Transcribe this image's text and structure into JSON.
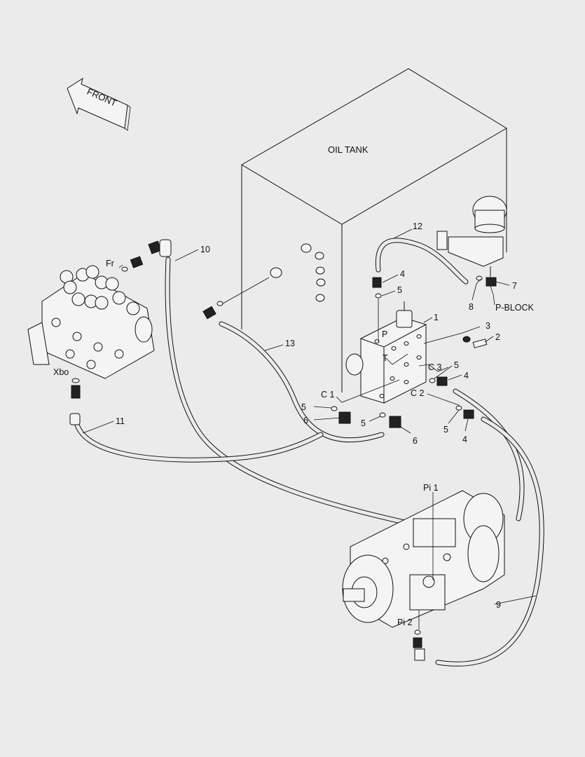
{
  "labels": {
    "front": "FRONT",
    "oil_tank": "OIL TANK",
    "p_block": "P-BLOCK",
    "fr": "Fr",
    "xbo": "Xbo",
    "port_p": "P",
    "port_t": "T",
    "c1": "C 1",
    "c2": "C 2",
    "c3": "C 3",
    "pi1": "Pi 1",
    "pi2": "Pi 2"
  },
  "callouts": {
    "n1": "1",
    "n2": "2",
    "n3": "3",
    "n4a": "4",
    "n4b": "4",
    "n4c": "4",
    "n5a": "5",
    "n5b": "5",
    "n5c": "5",
    "n5d": "5",
    "n5e": "5",
    "n6a": "6",
    "n6b": "6",
    "n7": "7",
    "n8": "8",
    "n9": "9",
    "n10": "10",
    "n11": "11",
    "n12": "12",
    "n13": "13"
  }
}
